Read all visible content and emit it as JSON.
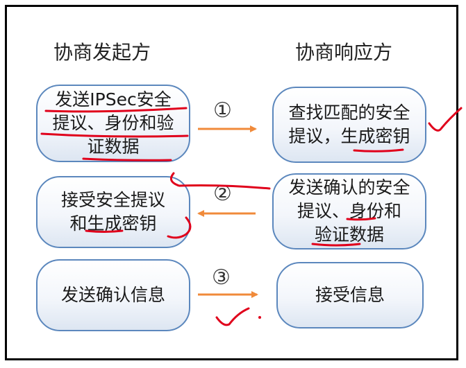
{
  "headers": {
    "initiator": "协商发起方",
    "responder": "协商响应方"
  },
  "boxes": {
    "send_proposal": "发送IPSec安全\n提议、身份和验\n证数据",
    "find_match": "查找匹配的安全\n提议，生成密钥",
    "accept_proposal": "接受安全提议\n和生成密钥",
    "send_confirm": "发送确认的安全\n提议、身份和\n验证数据",
    "send_ack": "发送确认信息",
    "receive_ack": "接受信息"
  },
  "steps": {
    "one": "①",
    "two": "②",
    "three": "③"
  },
  "colors": {
    "box_border": "#5b87bd",
    "arrow": "#f08a3a",
    "annotation": "#e0001b"
  }
}
